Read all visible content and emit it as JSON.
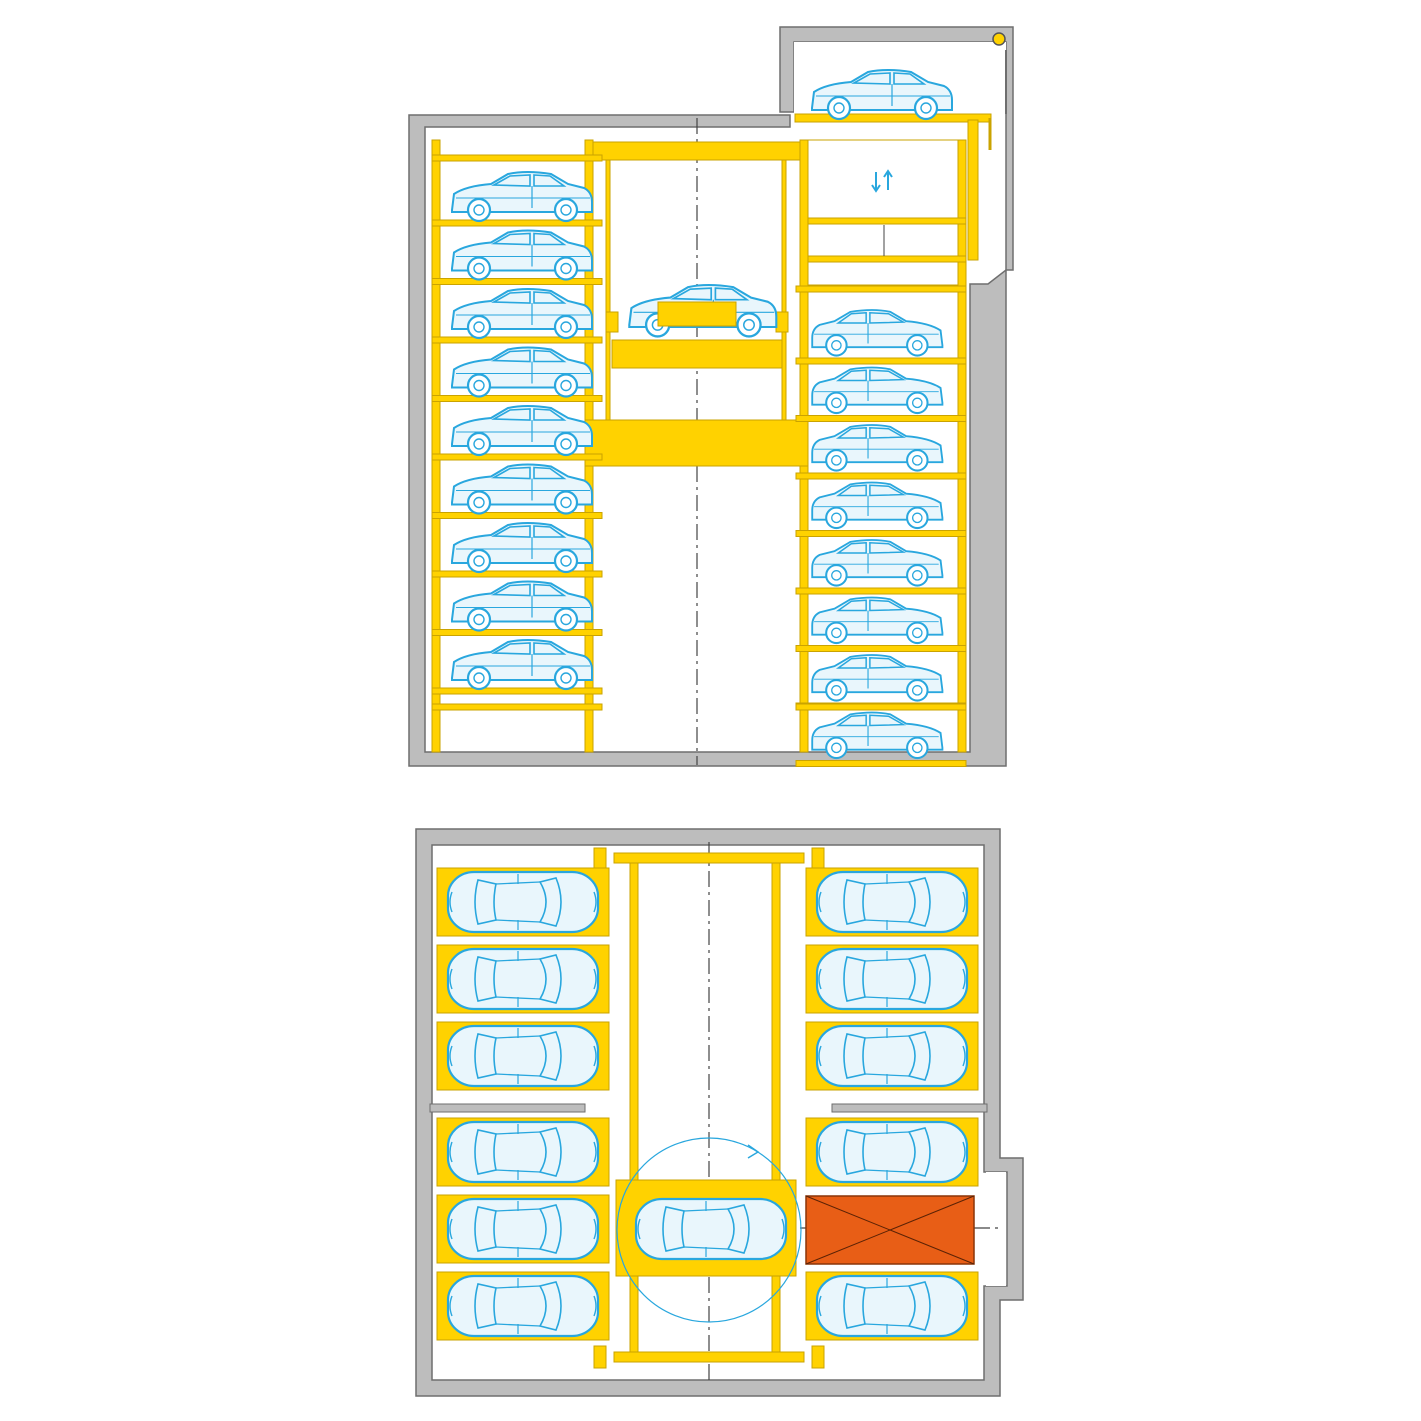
{
  "colors": {
    "wall": "#bdbdbd",
    "wall_stroke": "#6e6e6e",
    "steel": "#ffd200",
    "steel_stroke": "#caa300",
    "car": "#29a7de",
    "car_fill": "#e9f6fc",
    "transfer": "#e85e16",
    "line": "#444444"
  },
  "section_view": {
    "lift_arrows_icon": "up-down-arrows-icon",
    "left_column_cars": 9,
    "right_column_cars": 8,
    "entry_car": 1,
    "cars_on_lift": 1
  },
  "plan_view": {
    "left_column_cars": 6,
    "right_column_cars": 5,
    "turntable_cars": 1,
    "transfer_bay_icon": "transfer-bay-cross-icon",
    "turntable_rotation_icon": "rotation-arrow-icon"
  }
}
